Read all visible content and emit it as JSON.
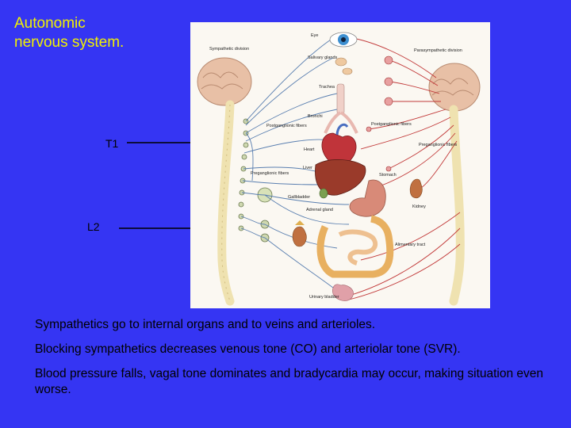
{
  "slide": {
    "title_lines": [
      "Autonomic",
      "nervous system."
    ],
    "pointer_labels": {
      "t1": "T1",
      "l2": "L2"
    },
    "bullets": [
      "Sympathetics go to internal organs and to veins and arterioles.",
      "Blocking sympathetics decreases venous tone (CO) and arteriolar tone (SVR).",
      "Blood pressure falls, vagal tone dominates and bradycardia may occur, making situation even worse."
    ]
  },
  "figure": {
    "division_labels": {
      "left": "Sympathetic division",
      "right": "Parasympathetic division"
    },
    "organ_labels": {
      "eye": "Eye",
      "salivary": "Salivary glands",
      "trachea": "Trachea",
      "bronchi": "Bronchi",
      "heart": "Heart",
      "liver": "Liver",
      "gallbladder": "Gallbladder",
      "stomach": "Stomach",
      "adrenal": "Adrenal gland",
      "kidney": "Kidney",
      "alimentary": "Alimentary tract",
      "bladder": "Urinary bladder"
    },
    "fiber_labels": {
      "postganglionic_left": "Postganglionic fibers",
      "preganglionic_left": "Preganglionic fibers",
      "postganglionic_right": "Postganglionic fibers",
      "preganglionic_right": "Preganglionic fibers"
    }
  },
  "colors": {
    "background": "#3535f3",
    "title": "#f2f200",
    "sympathetic": "#5a7fb0",
    "parasympathetic": "#c23a3a"
  }
}
